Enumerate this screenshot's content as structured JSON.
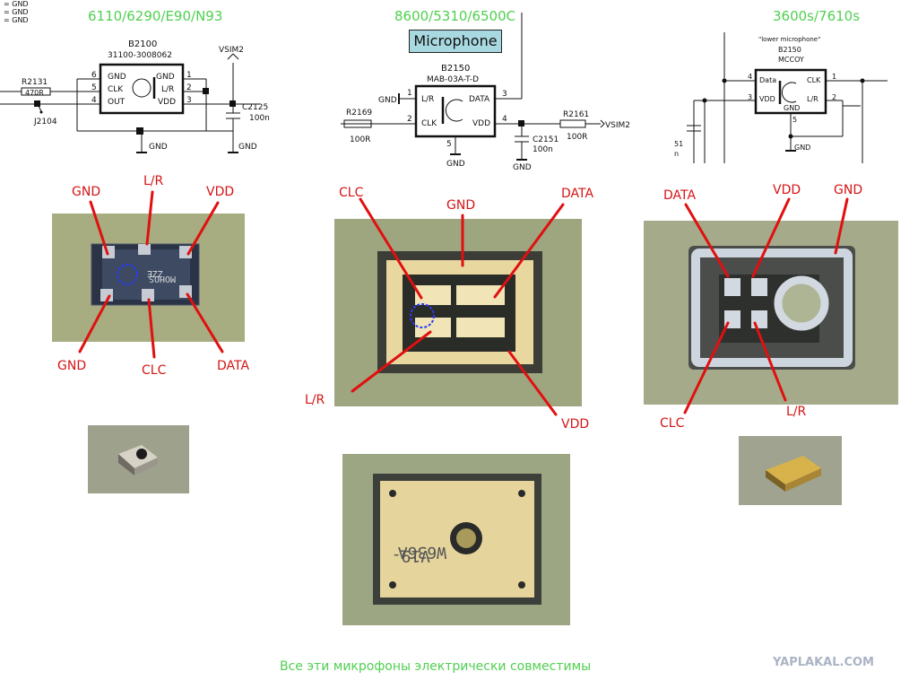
{
  "legend": [
    "= GND",
    "= GND",
    "= GND"
  ],
  "modules": [
    {
      "title": "6110/6290/E90/N93",
      "schematic": {
        "part": "B2100",
        "partno": "31100-3008062",
        "pins_left": [
          "GND",
          "CLK",
          "OUT"
        ],
        "pins_right": [
          "GND",
          "L/R",
          "VDD"
        ],
        "pin_nums_left": [
          "6",
          "5",
          "4"
        ],
        "pin_nums_right": [
          "1",
          "2",
          "3"
        ],
        "resistor": "R2131",
        "resistor_value": "470R",
        "jumper": "J2104",
        "capacitor": "C2125",
        "capacitor_value": "100n",
        "supply": "VSIM2",
        "gnd_labels": [
          "GND",
          "GND"
        ]
      },
      "labels": [
        "GND",
        "L/R",
        "VDD",
        "GND",
        "CLC",
        "DATA"
      ]
    },
    {
      "title": "8600/5310/6500C",
      "badge": "Microphone",
      "schematic": {
        "part": "B2150",
        "partno": "MAB-03A-T-D",
        "pins_left": [
          "L/R",
          "CLK"
        ],
        "pins_right": [
          "DATA",
          "VDD"
        ],
        "pin_nums": [
          "1",
          "2",
          "3",
          "4",
          "5"
        ],
        "resistor": "R2169",
        "resistor_value": "100R",
        "resistor2": "R2161",
        "resistor2_value": "100R",
        "capacitor": "C2151",
        "capacitor_value": "100n",
        "supply": "VSIM2",
        "gnd_labels": [
          "GND",
          "GND",
          "GND"
        ]
      },
      "labels": [
        "CLC",
        "GND",
        "DATA",
        "L/R",
        "VDD"
      ]
    },
    {
      "title": "3600s/7610s",
      "schematic": {
        "note": "\"lower microphone\"",
        "part": "B2150",
        "partno": "MCCOY",
        "pins_left": [
          "Data",
          "VDD"
        ],
        "pins_right": [
          "CLK",
          "L/R"
        ],
        "pin_bottom": "GND",
        "pin_nums": [
          "4",
          "3",
          "1",
          "2",
          "5"
        ],
        "cap_fragment": [
          "51",
          "n"
        ],
        "gnd_labels": [
          "GND"
        ]
      },
      "labels": [
        "DATA",
        "VDD",
        "GND",
        "CLC",
        "L/R"
      ]
    }
  ],
  "photo_marking": [
    "ZZE",
    "MOHOS"
  ],
  "photo_marking2": [
    "V19-",
    "W636A"
  ],
  "footer": "Все эти микрофоны электрически совместимы",
  "watermark": "YAPLAKAL.COM",
  "colors": {
    "title": "#50d050",
    "label": "#d41515",
    "line": "#e01010",
    "badge": "#a8d8e0"
  }
}
